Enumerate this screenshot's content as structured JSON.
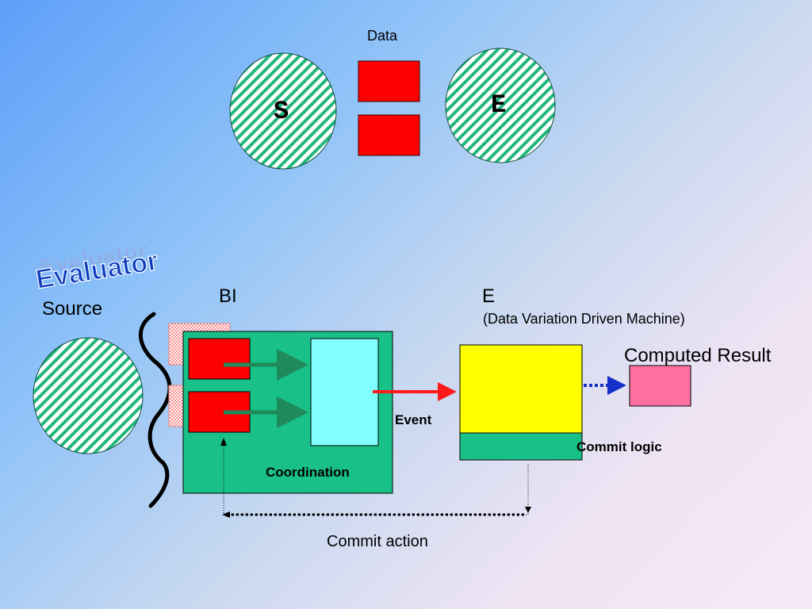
{
  "top": {
    "data_label": "Data",
    "s_label": "S",
    "e_label": "E"
  },
  "evaluator": {
    "wordart": "Evaluator",
    "source_label": "Source",
    "bi_label": "BI",
    "e_label": "E",
    "e_subtitle": "(Data Variation Driven Machine)",
    "computed_result_label": "Computed Result",
    "event_label": "Event",
    "commit_logic_label": "Commit logic",
    "coordination_label": "Coordination",
    "commit_action_label": "Commit action"
  },
  "colors": {
    "hatch_green": "#1fb77c",
    "block_red": "#ff0000",
    "coord_green": "#19c088",
    "coord_inner": "#80ffff",
    "machine_yellow": "#ffff00",
    "result_pink": "#ff6fa0",
    "event_arrow": "#ff1a1a",
    "result_arrow": "#1530c8",
    "wordart_blue": "#1040c0"
  }
}
